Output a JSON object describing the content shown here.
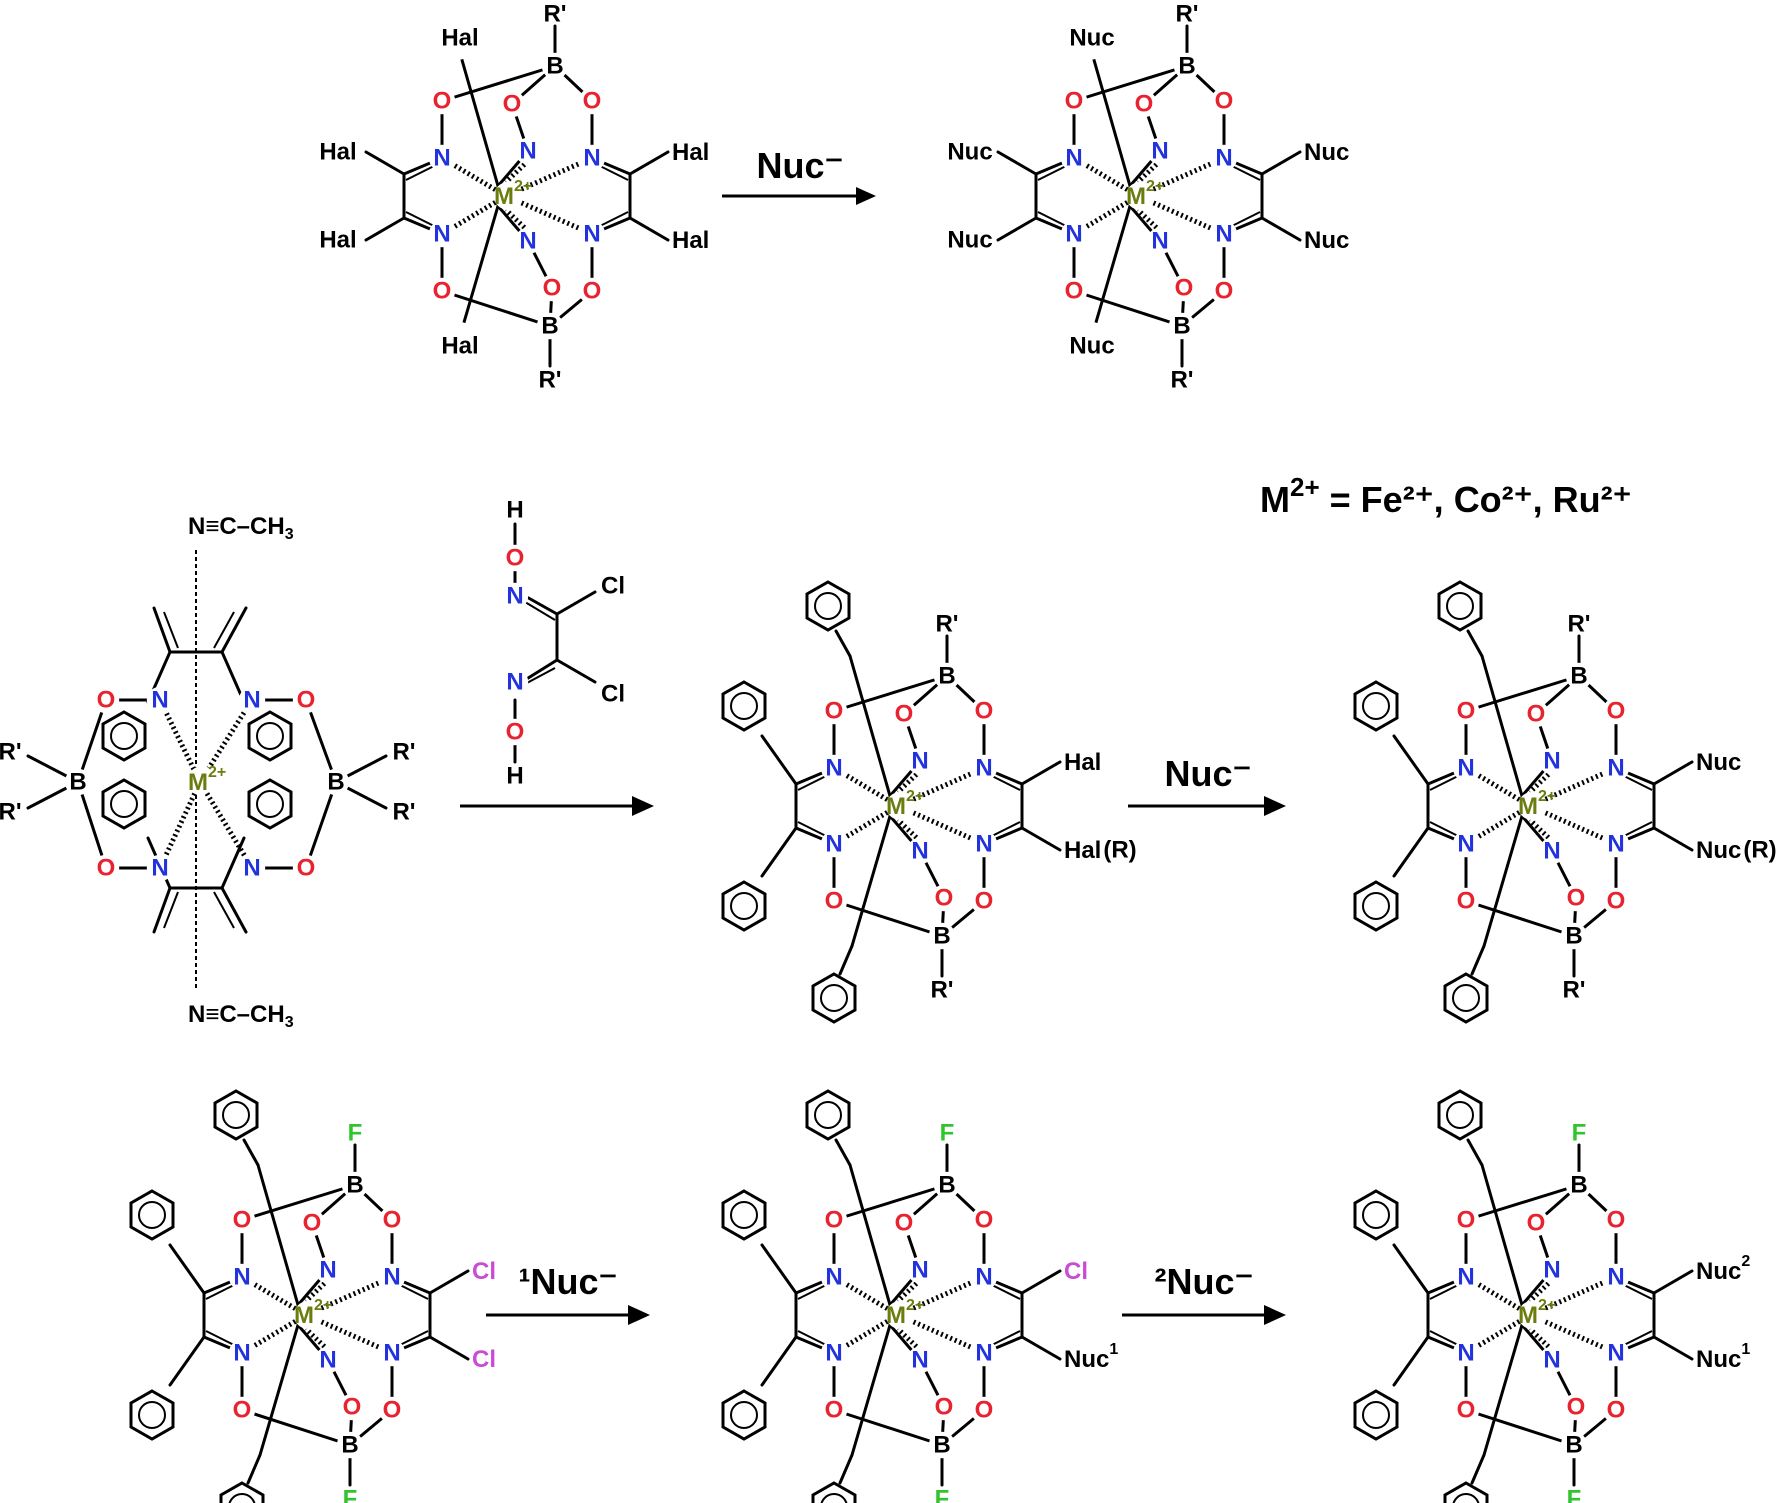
{
  "colors": {
    "carbon": "#000000",
    "oxygen": "#e8222e",
    "nitrogen": "#2233dd",
    "metal": "#6b7d0e",
    "fluorine": "#2fc52f",
    "chlorine": "#c94bd6"
  },
  "labels": {
    "metal": "M",
    "charge": "2+",
    "boron": "B",
    "oxygen": "O",
    "nitrogen": "N",
    "rprime": "R'",
    "hal": "Hal",
    "nuc": "Nuc",
    "cl": "Cl",
    "f": "F",
    "h": "H",
    "r": "(R)",
    "acetonitrile": "N≡C–CH",
    "ch3_sub": "3",
    "nuc1_sup": "1",
    "nuc2_sup": "2"
  },
  "reagents": {
    "nuc_minus": "Nuc⁻",
    "nuc1_minus": "¹Nuc⁻",
    "nuc2_minus": "²Nuc⁻"
  },
  "metal_definition": {
    "lhs": "M",
    "text": "= Fe²⁺, Co²⁺, Ru²⁺"
  },
  "structure_icons": [
    "clathrochelate-cage",
    "benzene-ring",
    "dichloroglyoxime",
    "bis-acetonitrile-complex"
  ]
}
